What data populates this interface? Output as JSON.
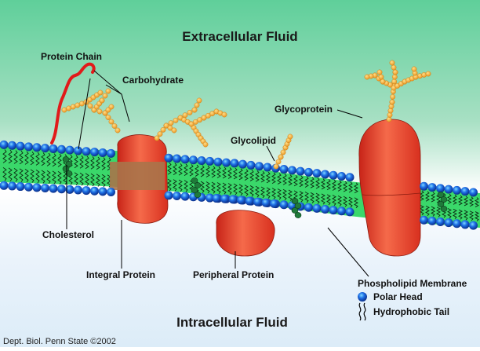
{
  "titles": {
    "extracellular": "Extracellular Fluid",
    "intracellular": "Intracellular Fluid"
  },
  "labels": {
    "protein_chain": "Protein Chain",
    "carbohydrate": "Carbohydrate",
    "glycoprotein": "Glycoprotein",
    "glycolipid": "Glycolipid",
    "cholesterol": "Cholesterol",
    "integral_protein": "Integral Protein",
    "peripheral_protein": "Peripheral Protein",
    "phospholipid_membrane": "Phospholipid Membrane"
  },
  "legend": {
    "polar_head": "Polar Head",
    "hydrophobic_tail": "Hydrophobic Tail"
  },
  "credit": "Dept. Biol. Penn State ©2002",
  "colors": {
    "extracellular_bg": "#5fcf9a",
    "intracellular_bg": "#dcecf8",
    "membrane_core": "#3ad86a",
    "polar_head": "#1e6fe6",
    "protein": "#f0392a",
    "carbohydrate": "#f5a52a",
    "cholesterol": "#1f7a3a",
    "channel": "#a8744a"
  }
}
